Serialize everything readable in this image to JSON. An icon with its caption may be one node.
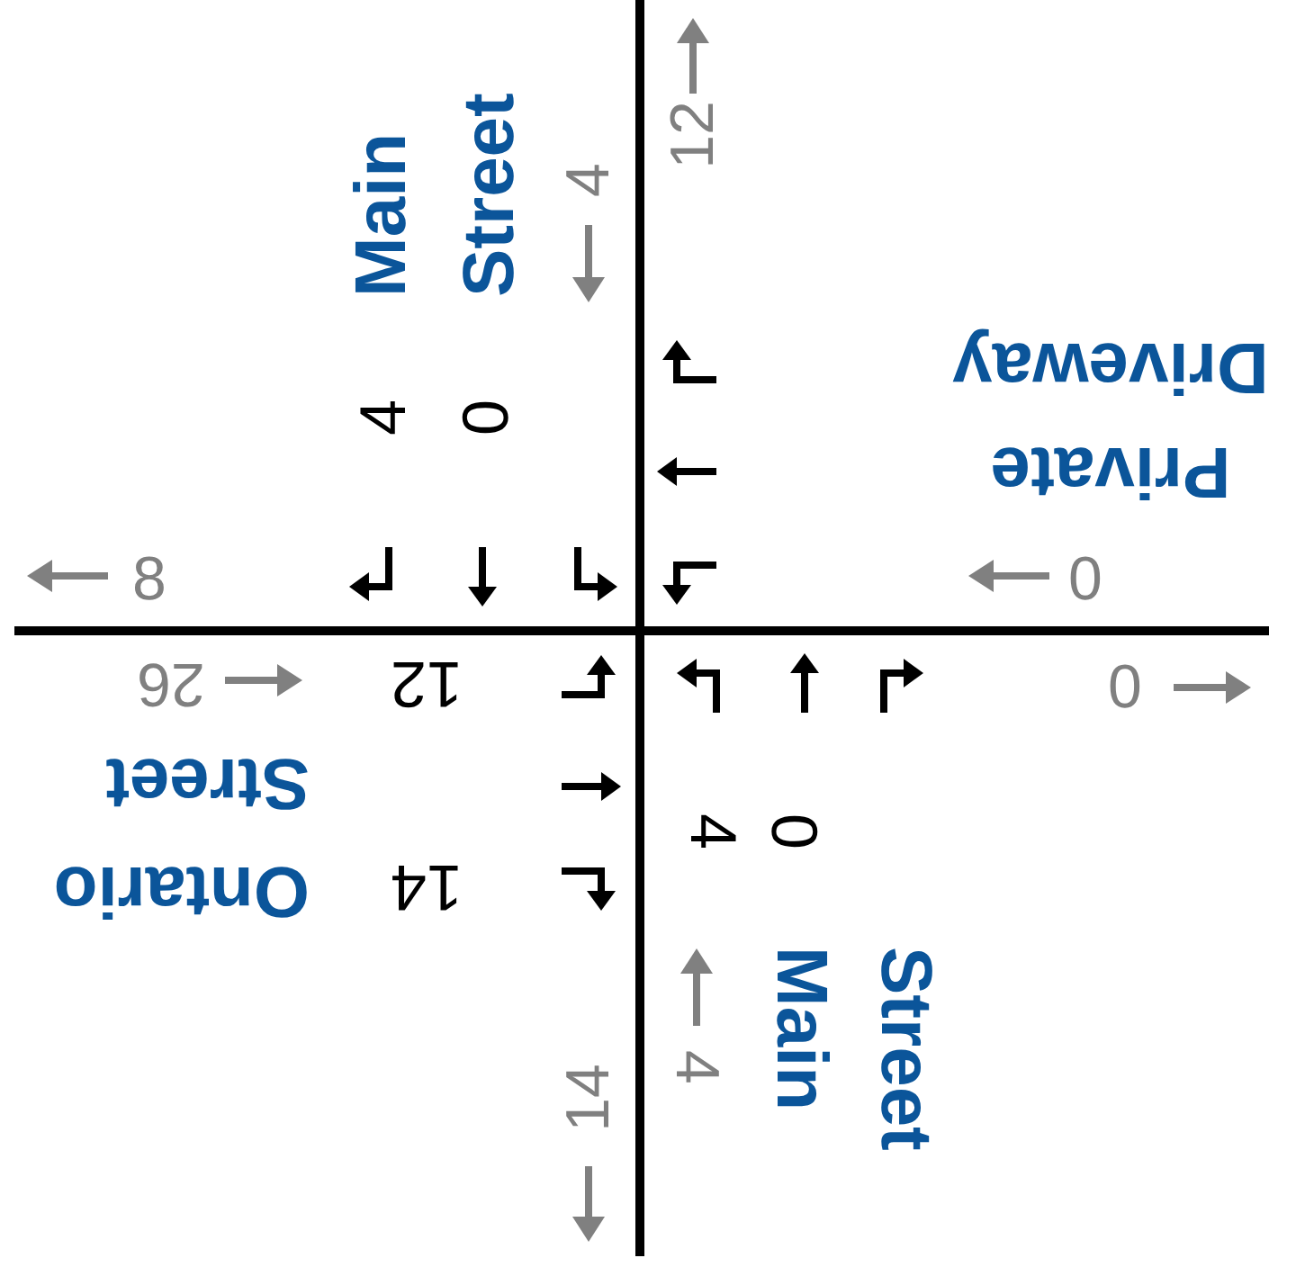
{
  "diagram": {
    "labels": [
      "Main Street",
      "4",
      "12",
      "4",
      "0",
      "Private Driveway",
      "8",
      "0",
      "26",
      "12",
      "0",
      "Ontario Street",
      "14",
      "4",
      "0",
      "4",
      "Main Street",
      "14"
    ]
  }
}
